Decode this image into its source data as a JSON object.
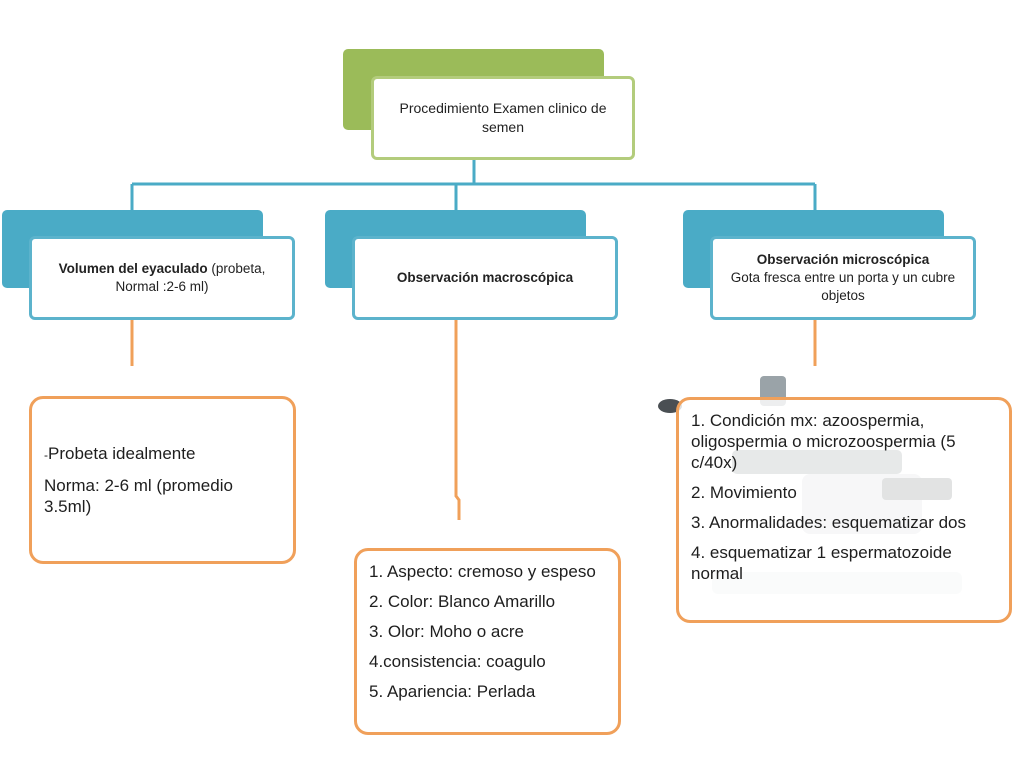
{
  "title": {
    "text": "Procedimiento Examen clinico de semen"
  },
  "branches": [
    {
      "heading_bold": "Volumen del eyaculado",
      "heading_rest": " (probeta, Normal :2-6 ml)",
      "details": [
        {
          "prefix": "-",
          "text": "Probeta idealmente"
        },
        {
          "prefix": "",
          "text": "Norma: 2-6 ml (promedio 3.5ml)"
        }
      ]
    },
    {
      "heading_bold": "Observación macroscópica",
      "details": [
        {
          "text": "1. Aspecto: cremoso y espeso"
        },
        {
          "text": "2. Color: Blanco Amarillo"
        },
        {
          "text": "3. Olor: Moho o acre"
        },
        {
          "text": "4.consistencia: coagulo"
        },
        {
          "text": "5. Apariencia: Perlada"
        }
      ]
    },
    {
      "heading_bold": "Observación microscópica",
      "subheading": "Gota fresca entre un porta y un cubre objetos",
      "details": [
        {
          "text": "1. Condición mx: azoospermia, oligospermia o microzoospermia (5 c/40x)"
        },
        {
          "text": "2. Movimiento"
        },
        {
          "text": "3. Anormalidades: esquematizar dos"
        },
        {
          "text": "4. esquematizar 1 espermatozoide normal"
        }
      ]
    }
  ],
  "colors": {
    "root_tab": "#9bbb59",
    "root_border": "#b3cc7c",
    "level2_tab": "#4aabc6",
    "level2_border": "#5cb3cc",
    "detail_border": "#f0a05a",
    "connector_blue": "#4aabc6",
    "connector_orange": "#f0a05a"
  }
}
